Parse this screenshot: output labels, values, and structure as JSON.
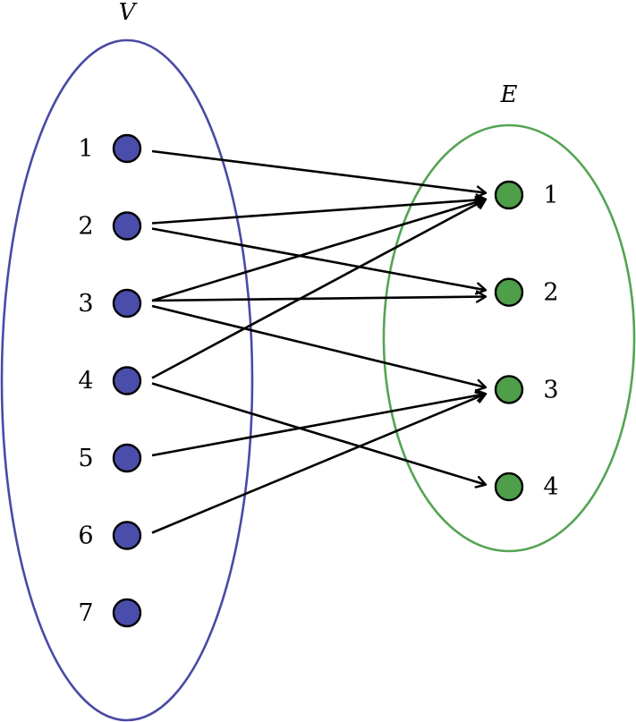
{
  "diagram": {
    "left_set": {
      "label": "V",
      "ellipse_stroke": "#4a4aa6",
      "node_fill": "#4b4daa",
      "nodes": [
        {
          "id": "v1",
          "label": "1"
        },
        {
          "id": "v2",
          "label": "2"
        },
        {
          "id": "v3",
          "label": "3"
        },
        {
          "id": "v4",
          "label": "4"
        },
        {
          "id": "v5",
          "label": "5"
        },
        {
          "id": "v6",
          "label": "6"
        },
        {
          "id": "v7",
          "label": "7"
        }
      ]
    },
    "right_set": {
      "label": "E",
      "ellipse_stroke": "#55a454",
      "node_fill": "#4e9e4a",
      "nodes": [
        {
          "id": "e1",
          "label": "1"
        },
        {
          "id": "e2",
          "label": "2"
        },
        {
          "id": "e3",
          "label": "3"
        },
        {
          "id": "e4",
          "label": "4"
        }
      ]
    },
    "node_stroke": "#000000",
    "edges": [
      {
        "from": "v1",
        "to": "e1"
      },
      {
        "from": "v2",
        "to": "e1"
      },
      {
        "from": "v2",
        "to": "e2"
      },
      {
        "from": "v3",
        "to": "e1"
      },
      {
        "from": "v3",
        "to": "e2"
      },
      {
        "from": "v3",
        "to": "e3"
      },
      {
        "from": "v4",
        "to": "e1"
      },
      {
        "from": "v4",
        "to": "e4"
      },
      {
        "from": "v5",
        "to": "e3"
      },
      {
        "from": "v6",
        "to": "e3"
      }
    ]
  }
}
